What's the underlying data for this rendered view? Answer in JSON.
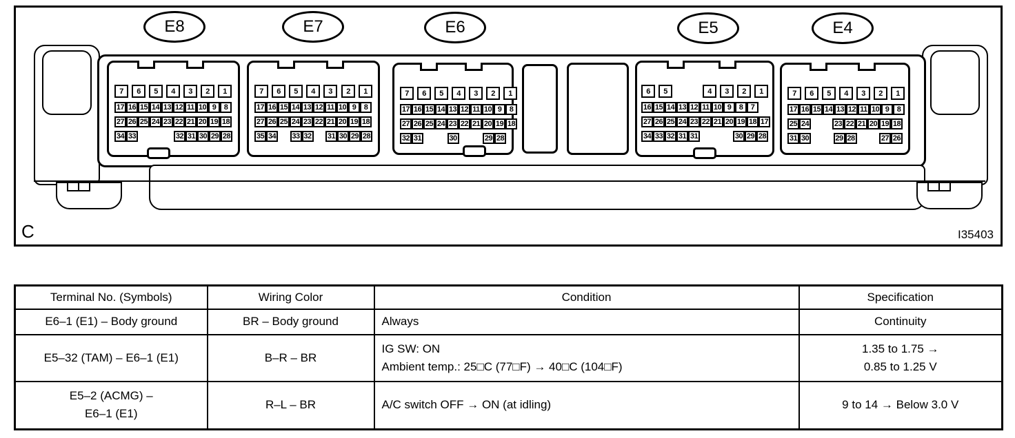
{
  "figure": {
    "label": "C",
    "figure_code": "I35403",
    "connectors": [
      {
        "id": "E8",
        "label": "E8",
        "rows": [
          [
            [
              "7",
              "6",
              "5",
              "4",
              "3",
              "2",
              "1"
            ]
          ],
          [
            [
              "17",
              "16",
              "15",
              "14",
              "13",
              "12",
              "11",
              "10",
              "9",
              "8"
            ]
          ],
          [
            [
              "27",
              "26",
              "25",
              "24",
              "23",
              "22",
              "21",
              "20",
              "19",
              "18"
            ]
          ],
          [
            [
              "34",
              "33"
            ],
            [
              "32",
              "31",
              "30",
              "29",
              "28"
            ]
          ]
        ]
      },
      {
        "id": "E7",
        "label": "E7",
        "rows": [
          [
            [
              "7",
              "6",
              "5",
              "4",
              "3"
            ],
            [
              "2",
              "1"
            ]
          ],
          [
            [
              "17",
              "16",
              "15",
              "14",
              "13",
              "12",
              "11",
              "10",
              "9",
              "8"
            ]
          ],
          [
            [
              "27",
              "26",
              "25",
              "24",
              "23",
              "22",
              "21",
              "20",
              "19",
              "18"
            ]
          ],
          [
            [
              "35",
              "34"
            ],
            [
              "33",
              "32"
            ],
            [
              "31",
              "30",
              "29",
              "28"
            ]
          ]
        ]
      },
      {
        "id": "E6",
        "label": "E6",
        "rows": [
          [
            [
              "7",
              "6",
              "5",
              "4",
              "3",
              "2",
              "1"
            ]
          ],
          [
            [
              "17",
              "16",
              "15",
              "14",
              "13",
              "12",
              "11",
              "10",
              "9",
              "8"
            ]
          ],
          [
            [
              "27",
              "26",
              "25",
              "24",
              "23",
              "22",
              "21",
              "20",
              "19",
              "18"
            ]
          ],
          [
            [
              "32",
              "31"
            ],
            [
              "30"
            ],
            [
              "29",
              "28"
            ]
          ]
        ]
      },
      {
        "id": "E5",
        "label": "E5",
        "rows": [
          [
            [
              "6",
              "5"
            ],
            [
              "4",
              "3",
              "2",
              "1"
            ]
          ],
          [
            [
              "16",
              "15",
              "14",
              "13",
              "12",
              "11",
              "10",
              "9",
              "8",
              "7"
            ]
          ],
          [
            [
              "27",
              "26",
              "25",
              "24",
              "23",
              "22",
              "21",
              "20",
              "19",
              "18",
              "17"
            ]
          ],
          [
            [
              "34",
              "33",
              "32",
              "31",
              "31"
            ],
            [
              "30",
              "29",
              "28"
            ]
          ]
        ]
      },
      {
        "id": "E4",
        "label": "E4",
        "rows": [
          [
            [
              "7",
              "6",
              "5",
              "4",
              "3",
              "2",
              "1"
            ]
          ],
          [
            [
              "17",
              "16",
              "15",
              "14",
              "13",
              "12",
              "11",
              "10",
              "9",
              "8"
            ]
          ],
          [
            [
              "25",
              "24"
            ],
            [
              "23",
              "22",
              "21",
              "20",
              "19",
              "18"
            ]
          ],
          [
            [
              "31",
              "30"
            ],
            [
              "29",
              "28"
            ],
            [
              "27",
              "26"
            ]
          ]
        ]
      }
    ]
  },
  "table": {
    "headers": [
      "Terminal No. (Symbols)",
      "Wiring Color",
      "Condition",
      "Specification"
    ],
    "rows": [
      {
        "terminal": [
          "E6–1 (E1) – Body ground"
        ],
        "wiring_color": [
          "BR – Body ground"
        ],
        "condition": [
          "Always"
        ],
        "specification": [
          "Continuity"
        ]
      },
      {
        "terminal": [
          "E5–32 (TAM) – E6–1 (E1)"
        ],
        "wiring_color": [
          "B–R – BR"
        ],
        "condition": [
          "IG SW: ON",
          "Ambient temp.: 25□C (77□F) → 40□C (104□F)"
        ],
        "specification": [
          "1.35 to 1.75 →",
          "0.85 to 1.25 V"
        ]
      },
      {
        "terminal": [
          "E5–2 (ACMG) –",
          "E6–1 (E1)"
        ],
        "wiring_color": [
          "R–L – BR"
        ],
        "condition": [
          "A/C switch OFF → ON (at idling)"
        ],
        "specification": [
          "9 to 14 → Below 3.0 V"
        ]
      }
    ]
  },
  "colors": {
    "line": "#000000",
    "paper": "#ffffff"
  }
}
